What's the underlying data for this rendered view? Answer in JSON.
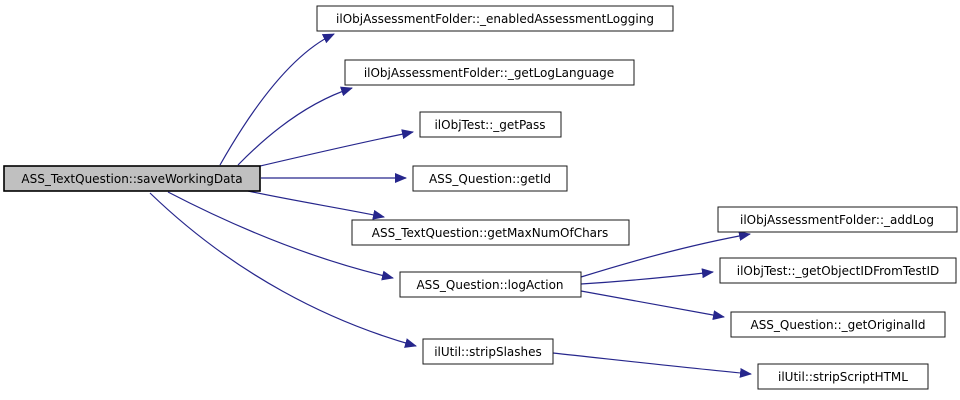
{
  "graph": {
    "kind": "doxygen-call-graph",
    "colors": {
      "background": "#ffffff",
      "edge": "#26268c",
      "root_node_fill": "#c0c0c0",
      "node_fill": "#ffffff",
      "node_border": "#000000"
    },
    "nodes": [
      {
        "id": "saveWorkingData",
        "label": "ASS_TextQuestion::saveWorkingData",
        "role": "root"
      },
      {
        "id": "enabledAssessmentLogging",
        "label": "ilObjAssessmentFolder::_enabledAssessmentLogging",
        "role": "callee"
      },
      {
        "id": "getLogLanguage",
        "label": "ilObjAssessmentFolder::_getLogLanguage",
        "role": "callee"
      },
      {
        "id": "getPass",
        "label": "ilObjTest::_getPass",
        "role": "callee"
      },
      {
        "id": "getId",
        "label": "ASS_Question::getId",
        "role": "callee"
      },
      {
        "id": "getMaxNumOfChars",
        "label": "ASS_TextQuestion::getMaxNumOfChars",
        "role": "callee"
      },
      {
        "id": "logAction",
        "label": "ASS_Question::logAction",
        "role": "callee"
      },
      {
        "id": "stripSlashes",
        "label": "ilUtil::stripSlashes",
        "role": "callee"
      },
      {
        "id": "addLog",
        "label": "ilObjAssessmentFolder::_addLog",
        "role": "callee"
      },
      {
        "id": "getObjectIDFromTestID",
        "label": "ilObjTest::_getObjectIDFromTestID",
        "role": "callee"
      },
      {
        "id": "getOriginalId",
        "label": "ASS_Question::_getOriginalId",
        "role": "callee"
      },
      {
        "id": "stripScriptHTML",
        "label": "ilUtil::stripScriptHTML",
        "role": "callee"
      }
    ],
    "edges": [
      {
        "from": "saveWorkingData",
        "to": "enabledAssessmentLogging"
      },
      {
        "from": "saveWorkingData",
        "to": "getLogLanguage"
      },
      {
        "from": "saveWorkingData",
        "to": "getPass"
      },
      {
        "from": "saveWorkingData",
        "to": "getId"
      },
      {
        "from": "saveWorkingData",
        "to": "getMaxNumOfChars"
      },
      {
        "from": "saveWorkingData",
        "to": "logAction"
      },
      {
        "from": "saveWorkingData",
        "to": "stripSlashes"
      },
      {
        "from": "logAction",
        "to": "addLog"
      },
      {
        "from": "logAction",
        "to": "getObjectIDFromTestID"
      },
      {
        "from": "logAction",
        "to": "getOriginalId"
      },
      {
        "from": "stripSlashes",
        "to": "stripScriptHTML"
      }
    ]
  }
}
